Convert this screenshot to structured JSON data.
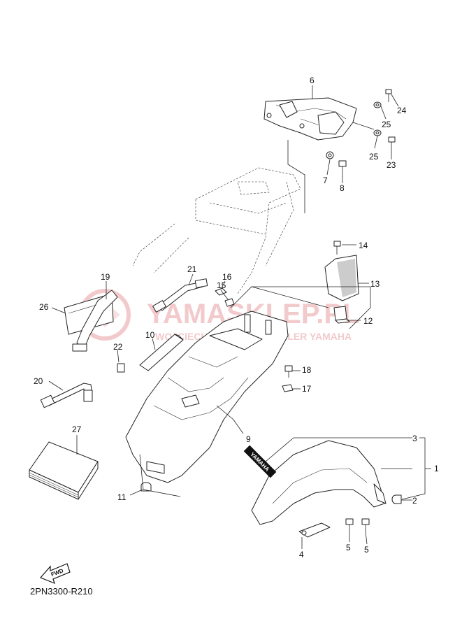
{
  "diagram": {
    "code": "2PN3300-R210",
    "fwd_label": "FWD",
    "fender_decal_text": "YAMAHA",
    "watermark": {
      "main_text": "YAMASKLEP.PL",
      "sub_text": "WOJCIECH · YAMAHA · DEALER YAMAHA",
      "color": "#e8a0a4"
    },
    "callouts": [
      "1",
      "2",
      "3",
      "4",
      "5",
      "5",
      "6",
      "7",
      "8",
      "9",
      "10",
      "11",
      "12",
      "13",
      "14",
      "15",
      "16",
      "17",
      "18",
      "19",
      "20",
      "21",
      "22",
      "23",
      "24",
      "25",
      "25",
      "26",
      "27"
    ]
  }
}
